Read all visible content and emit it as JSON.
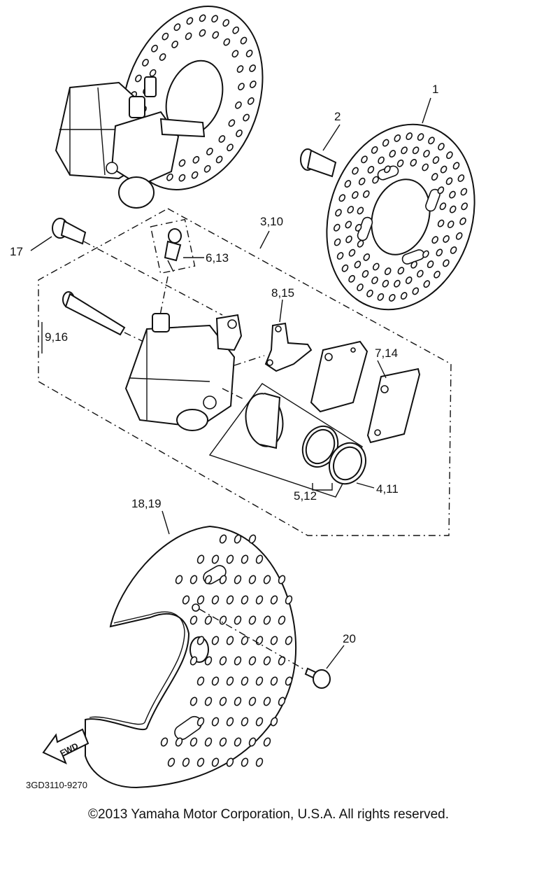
{
  "callouts": {
    "c1": "1",
    "c2": "2",
    "c3_10": "3,10",
    "c17": "17",
    "c6_13": "6,13",
    "c8_15": "8,15",
    "c9_16": "9,16",
    "c7_14": "7,14",
    "c5_12": "5,12",
    "c4_11": "4,11",
    "c18_19": "18,19",
    "c20": "20"
  },
  "fwd_label": "FWD",
  "diagram_code": "3GD3110-9270",
  "copyright": "©2013 Yamaha Motor Corporation, U.S.A. All rights reserved."
}
